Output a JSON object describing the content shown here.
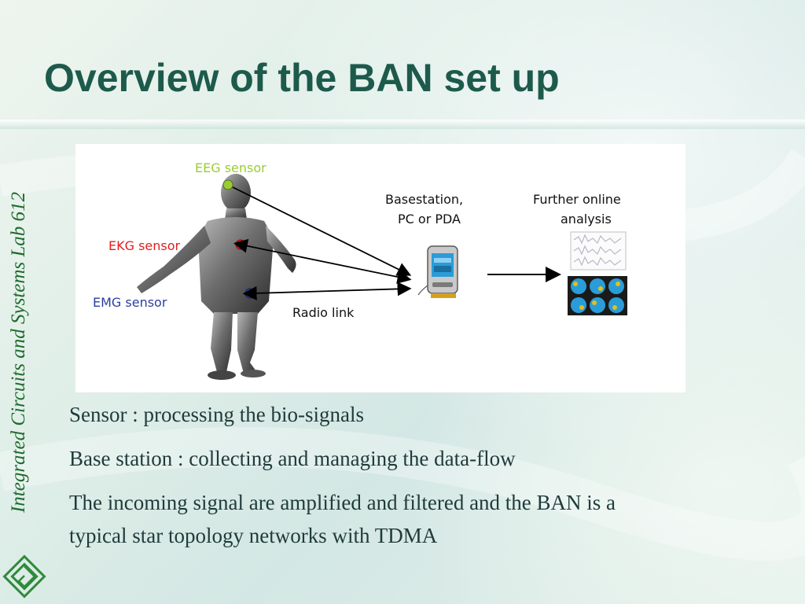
{
  "slide": {
    "title": "Overview of the BAN set up",
    "side_label": "Integrated Circuits and Systems Lab 612"
  },
  "figure": {
    "eeg_label": "EEG sensor",
    "ekg_label": "EKG sensor",
    "emg_label": "EMG sensor",
    "radio_label": "Radio link",
    "base_label_line1": "Basestation,",
    "base_label_line2": "PC or PDA",
    "analysis_label_line1": "Further online",
    "analysis_label_line2": "analysis",
    "colors": {
      "eeg": "#9acd32",
      "ekg": "#e02020",
      "emg": "#2a3fa0",
      "screen": "#2a9cd8"
    }
  },
  "bullets": [
    "Sensor : processing the bio-signals",
    "Base station : collecting and managing the data-flow",
    "The incoming signal are amplified and filtered and the BAN is a typical star topology networks with TDMA"
  ],
  "theme": {
    "title_color": "#1d5a4c",
    "side_label_color": "#1f6a2e",
    "body_text_color": "#1f3b3a"
  }
}
